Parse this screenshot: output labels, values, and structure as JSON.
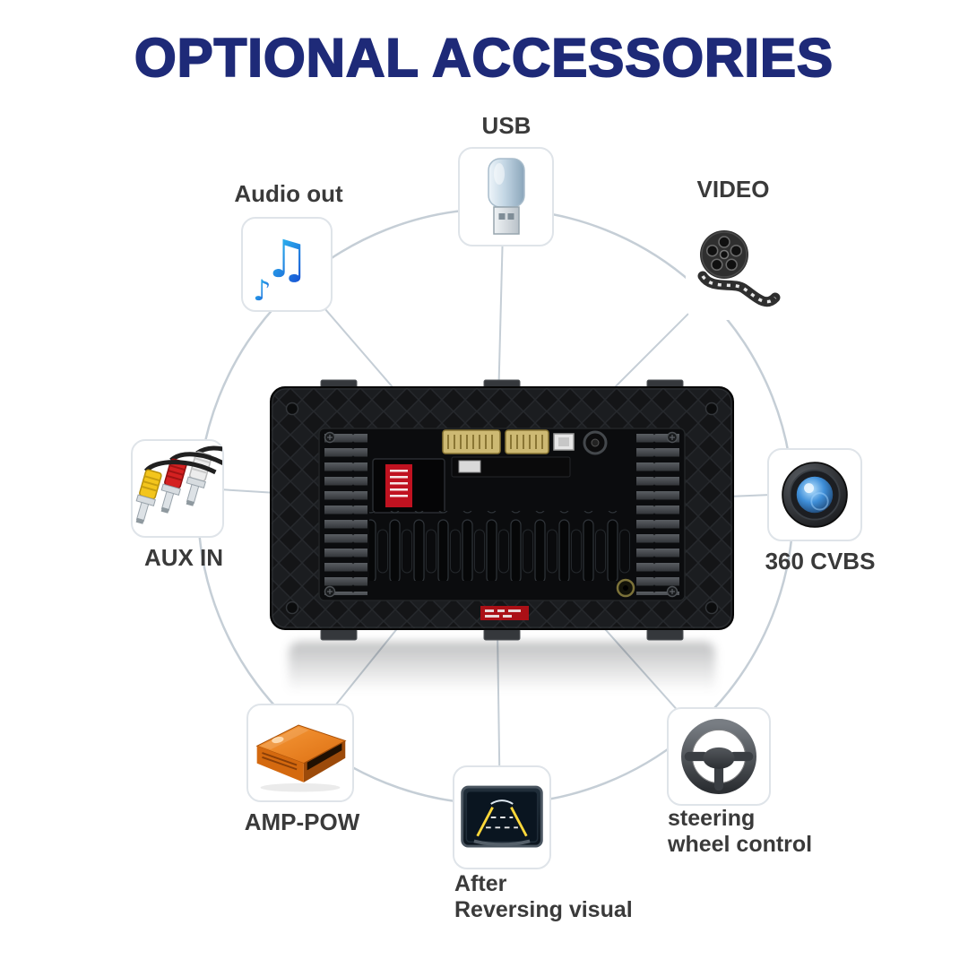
{
  "title": "OPTIONAL ACCESSORIES",
  "items": {
    "usb": {
      "label": "USB"
    },
    "audio_out": {
      "label": "Audio out"
    },
    "video": {
      "label": "VIDEO"
    },
    "aux_in": {
      "label": "AUX IN"
    },
    "cvbs": {
      "label": "360 CVBS"
    },
    "amp_pow": {
      "label": "AMP-POW"
    },
    "steering": {
      "label_line1": "steering",
      "label_line2": "wheel control"
    },
    "reversing": {
      "label_line1": "After",
      "label_line2": "Reversing visual"
    }
  },
  "icons": {
    "usb": "usb-drive-icon",
    "audio_out": "music-notes-icon",
    "video": "film-reel-icon",
    "aux_in": "rca-cables-icon",
    "cvbs": "camera-lens-icon",
    "amp_pow": "amplifier-icon",
    "steering": "steering-wheel-icon",
    "reversing": "reversing-camera-screen-icon"
  },
  "colors": {
    "title": "#1e2a78",
    "label": "#3a3a3a",
    "circle_stroke": "#c5ced6",
    "note_gradient_start": "#35e0fa",
    "note_gradient_end": "#1238cc",
    "amp_orange": "#e8731c",
    "rca_yellow": "#f3c51c",
    "rca_red": "#d42121",
    "rca_white": "#ececec",
    "guideline_yellow": "#ffd83a"
  }
}
